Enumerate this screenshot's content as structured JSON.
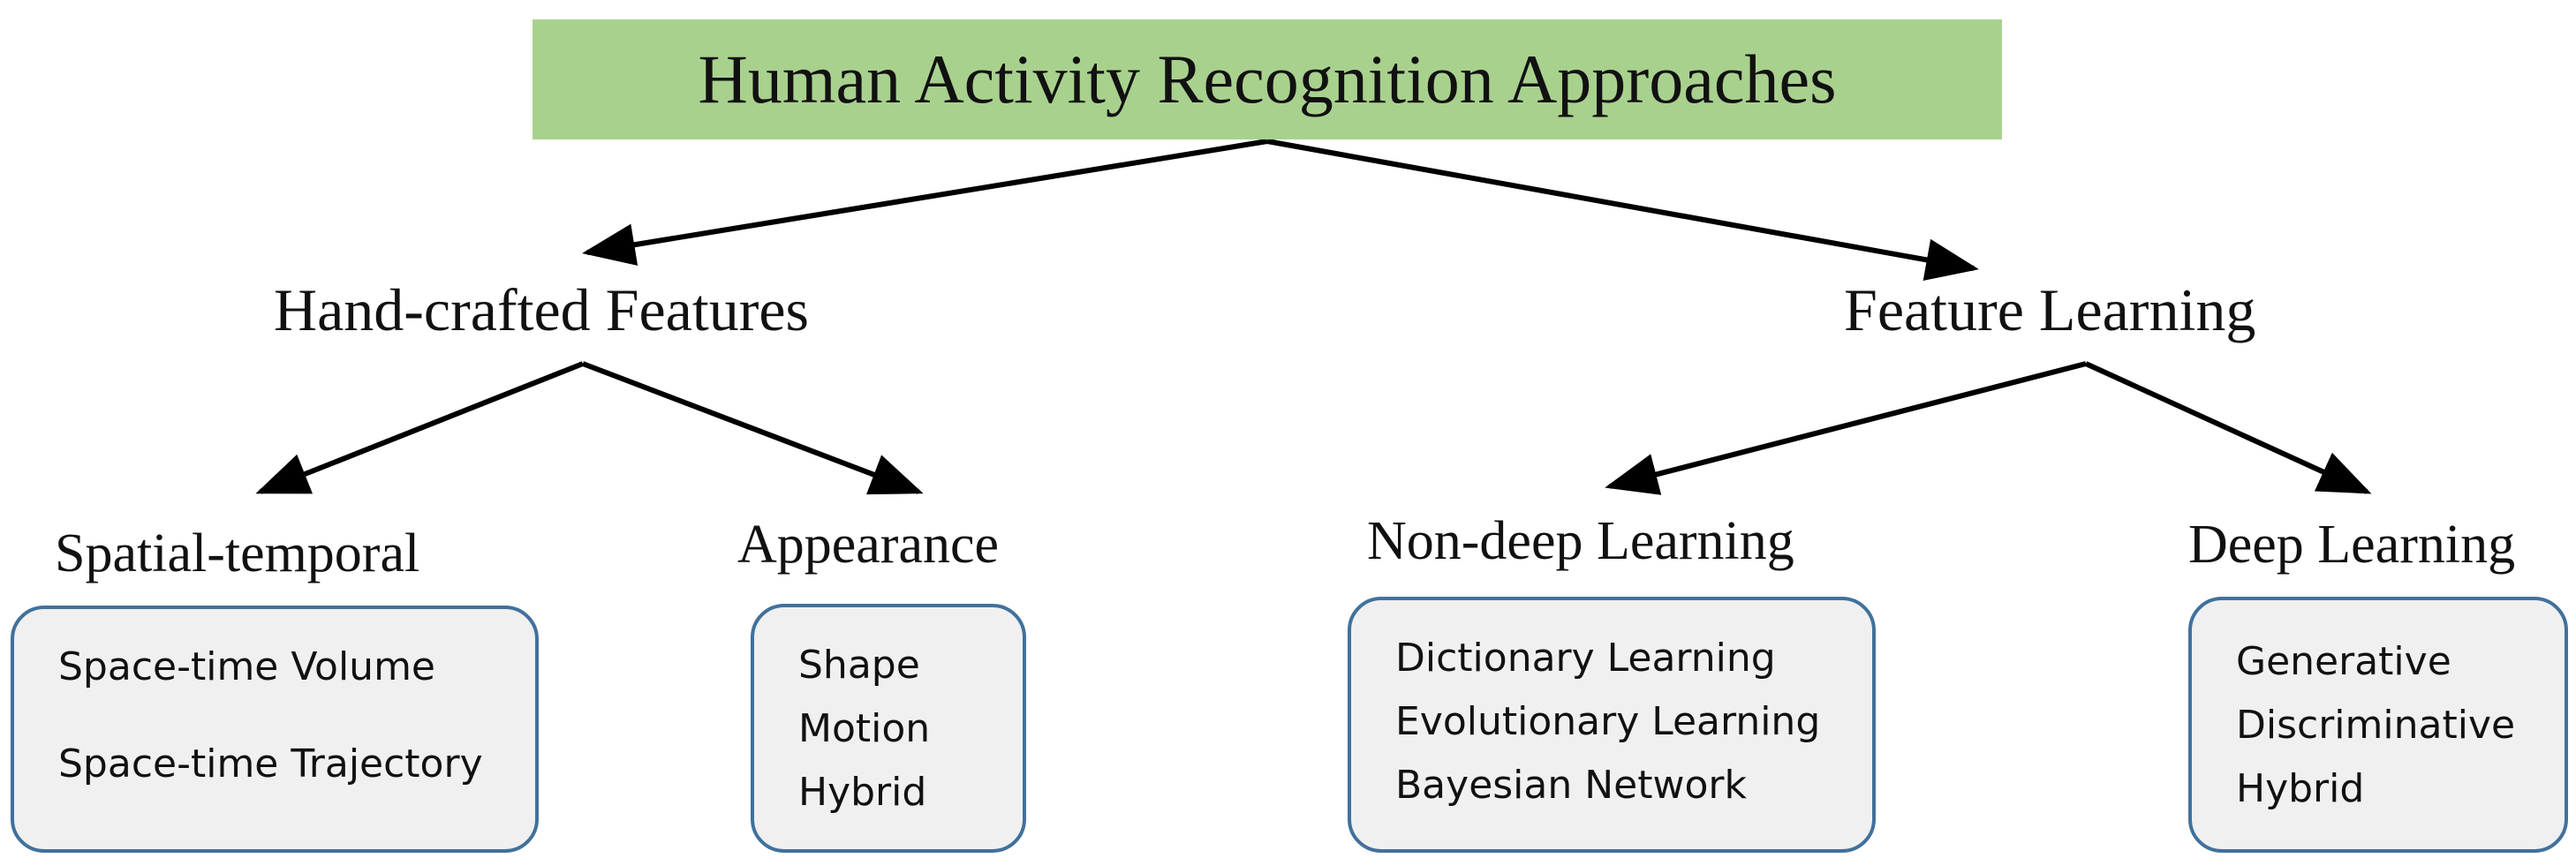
{
  "title": "Human Activity Recognition Approaches",
  "categories": [
    {
      "label": "Hand-crafted Features",
      "subcategories": [
        {
          "label": "Spatial-temporal",
          "items": [
            "Space-time Volume",
            "Space-time Trajectory"
          ]
        },
        {
          "label": "Appearance",
          "items": [
            "Shape",
            "Motion",
            "Hybrid"
          ]
        }
      ]
    },
    {
      "label": "Feature Learning",
      "subcategories": [
        {
          "label": "Non-deep Learning",
          "items": [
            "Dictionary Learning",
            "Evolutionary Learning",
            "Bayesian Network"
          ]
        },
        {
          "label": "Deep Learning",
          "items": [
            "Generative",
            "Discriminative",
            "Hybrid"
          ]
        }
      ]
    }
  ],
  "colors": {
    "title_fill": "#a9d18e",
    "box_fill": "#f0f0f0",
    "box_border": "#41719c",
    "arrow": "#000000"
  }
}
